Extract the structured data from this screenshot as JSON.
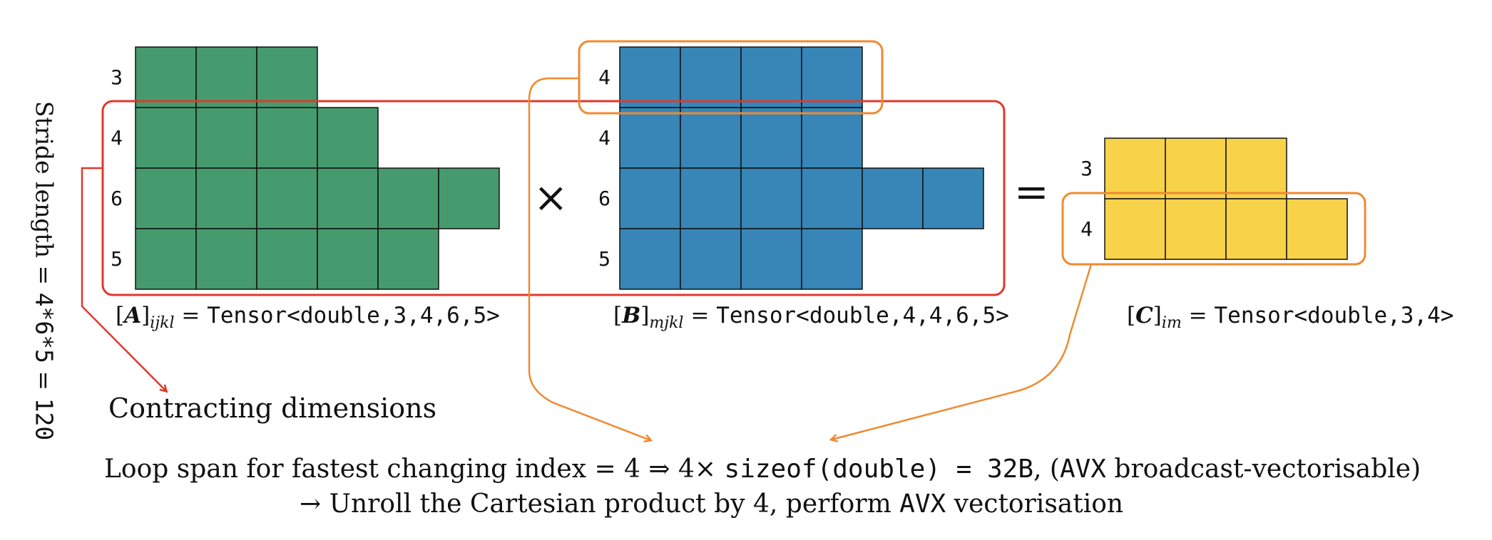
{
  "stride_label": {
    "text": "Stride length",
    "equals": "=",
    "expression": "4*6*5",
    "equals2": "=",
    "value": "120"
  },
  "tensor_a": {
    "name": "A",
    "indices": "ijkl",
    "equals": "=",
    "type": "Tensor<double,3,4,6,5>",
    "row_labels": [
      "3",
      "4",
      "6",
      "5"
    ],
    "row_cell_counts": [
      3,
      4,
      6,
      5
    ],
    "color": "#459b6d"
  },
  "tensor_b": {
    "name": "B",
    "indices": "mjkl",
    "equals": "=",
    "type": "Tensor<double,4,4,6,5>",
    "row_labels": [
      "4",
      "4",
      "6",
      "5"
    ],
    "row_cell_counts": [
      4,
      4,
      6,
      4
    ],
    "color": "#3786b7"
  },
  "tensor_c": {
    "name": "C",
    "indices": "im",
    "equals": "=",
    "type": "Tensor<double,3,4>",
    "row_labels": [
      "3",
      "4"
    ],
    "row_cell_counts": [
      3,
      4
    ],
    "color": "#f8d349"
  },
  "operators": {
    "times": "×",
    "equals": "="
  },
  "annotations": {
    "contracting": "Contracting dimensions"
  },
  "bottom_text": {
    "line1_pre": "Loop span for fastest changing index = 4 ⇒ 4×",
    "line1_code": "sizeof(double) = 32B",
    "line1_mid": ", (",
    "line1_code2": "AVX",
    "line1_post": " broadcast-vectorisable)",
    "line2_pre": "→ Unroll the Cartesian product by 4, perform",
    "line2_code": "AVX",
    "line2_post": "vectorisation"
  },
  "colors": {
    "red_box": "#e0392b",
    "orange_box": "#ef8a32",
    "cell_border": "#111111"
  }
}
